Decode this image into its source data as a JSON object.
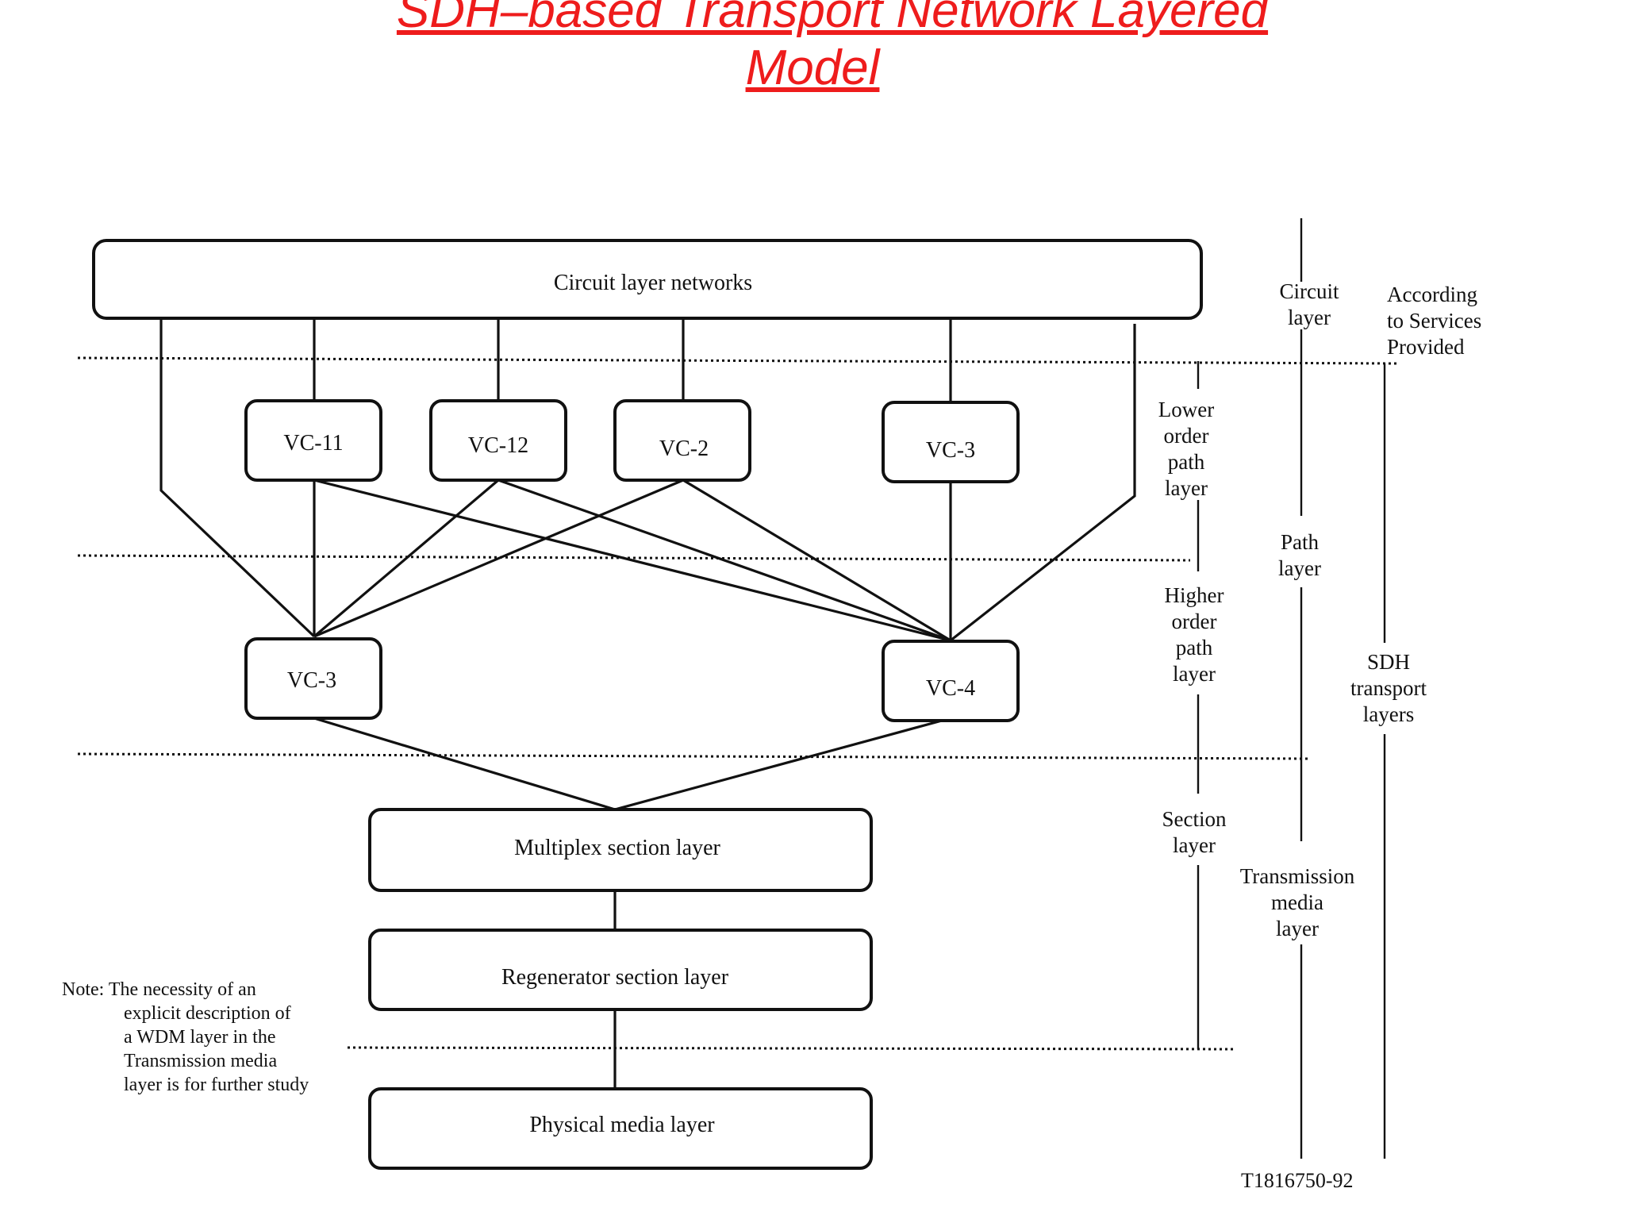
{
  "title": {
    "line1": "SDH–based Transport Network Layered",
    "line2": "Model"
  },
  "boxes": {
    "circuit_layer_networks": "Circuit layer networks",
    "vc11": "VC-11",
    "vc12": "VC-12",
    "vc2": "VC-2",
    "vc3_lower": "VC-3",
    "vc3_higher": "VC-3",
    "vc4": "VC-4",
    "multiplex_section": "Multiplex section layer",
    "regenerator_section": "Regenerator  section layer",
    "physical_media": "Physical   media layer"
  },
  "layer_labels": {
    "lower_order_path": [
      "Lower",
      "order",
      "path",
      "layer"
    ],
    "higher_order_path": [
      "Higher",
      "order",
      "path",
      "layer"
    ],
    "section": [
      "Section",
      "layer"
    ],
    "circuit": [
      "Circuit",
      "layer"
    ],
    "path": [
      "Path",
      "layer"
    ],
    "transmission_media": [
      "Transmission",
      "media",
      "layer"
    ],
    "according": [
      "According",
      "to Services",
      "Provided"
    ],
    "sdh_transport": [
      "SDH",
      "transport",
      "layers"
    ]
  },
  "note": [
    "Note: The necessity of an",
    "explicit description of",
    "a WDM layer in the",
    "Transmission media",
    "layer is for further study"
  ],
  "figure_id": "T1816750-92",
  "colors": {
    "title": "#ee1c1c",
    "ink": "#111111"
  }
}
